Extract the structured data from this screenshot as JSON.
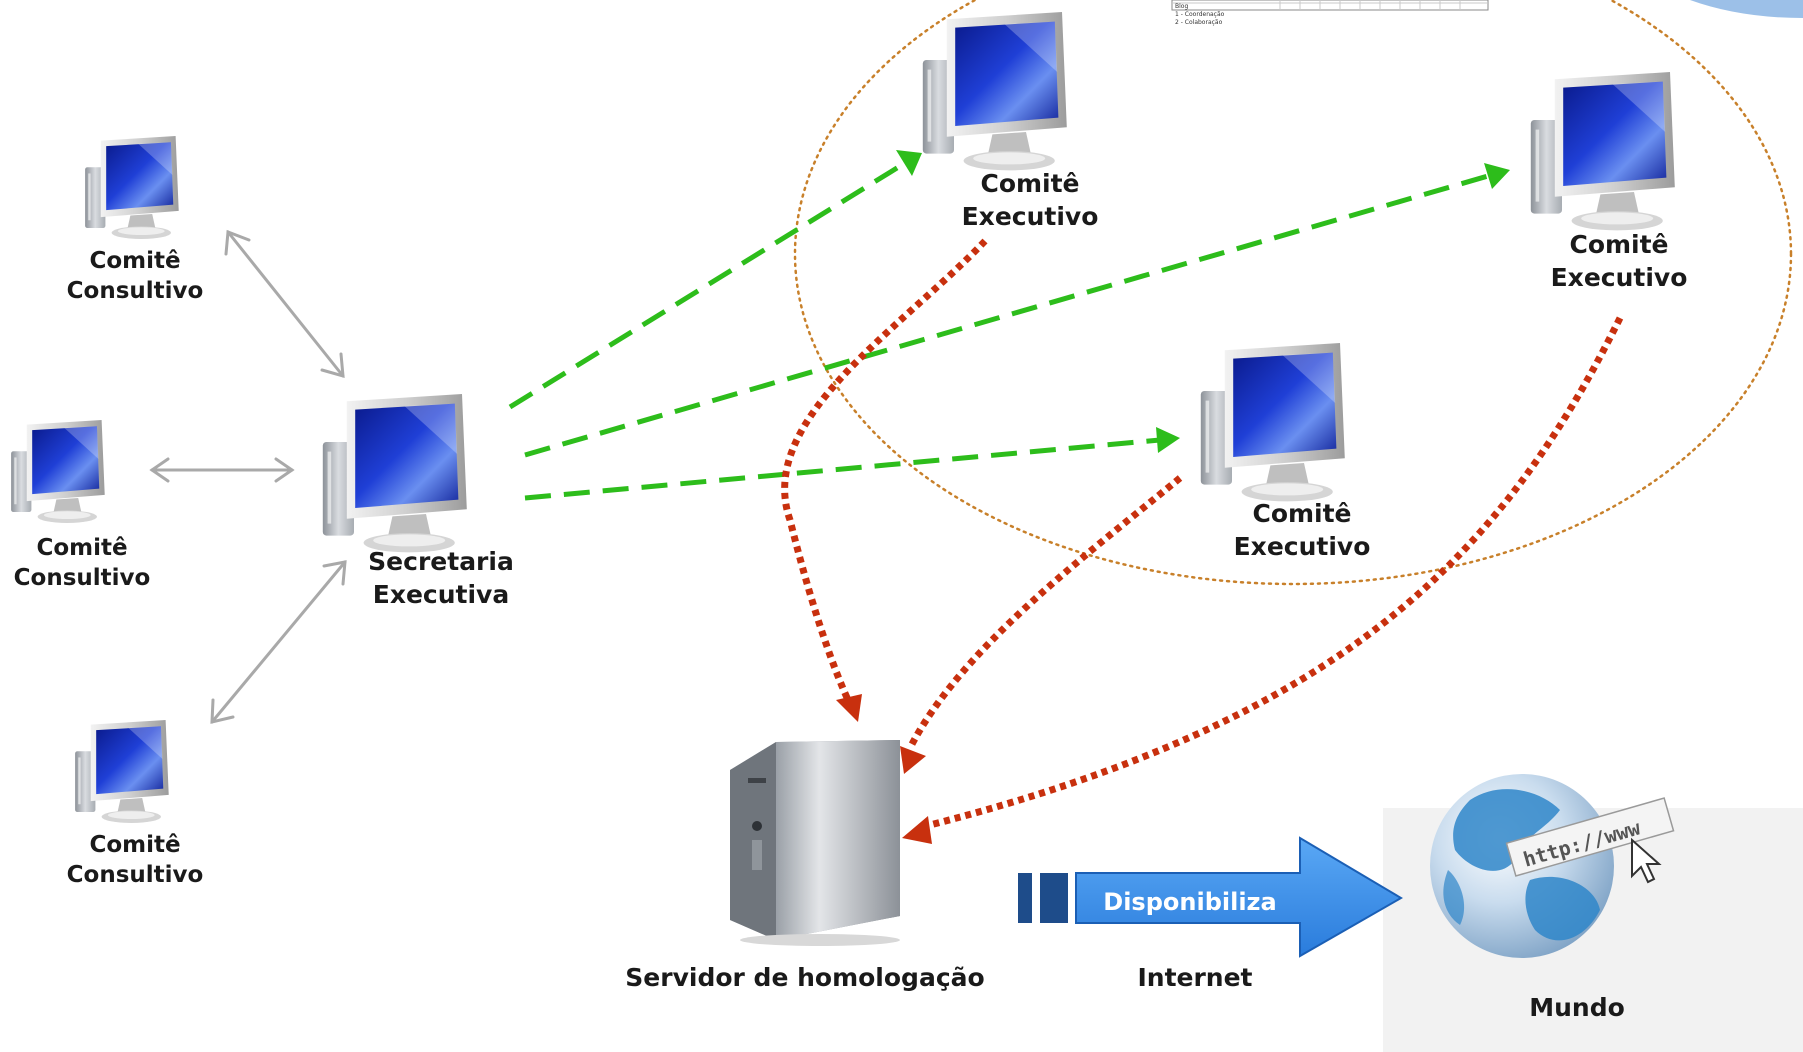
{
  "colors": {
    "green_arrow": "#2dbd1b",
    "red_arrow": "#c8300e",
    "gray_arrow": "#a9a9a9",
    "group_ellipse": "#c8802a",
    "disponibiliza_arrow": "#3b8fe8",
    "disponibiliza_bars": "#1e4c8a"
  },
  "icons": {
    "computer": "computer-monitor-icon",
    "server": "server-tower-icon",
    "globe": "globe-http-icon"
  },
  "nodes": {
    "consultivo_1": {
      "line1": "Comitê",
      "line2": "Consultivo"
    },
    "consultivo_2": {
      "line1": "Comitê",
      "line2": "Consultivo"
    },
    "consultivo_3": {
      "line1": "Comitê",
      "line2": "Consultivo"
    },
    "secretaria": {
      "line1": "Secretaria",
      "line2": "Executiva"
    },
    "executivo_1": {
      "line1": "Comitê",
      "line2": "Executivo"
    },
    "executivo_2": {
      "line1": "Comitê",
      "line2": "Executivo"
    },
    "executivo_3": {
      "line1": "Comitê",
      "line2": "Executivo"
    },
    "servidor": {
      "label": "Servidor de homologação"
    },
    "mundo": {
      "label": "Mundo"
    }
  },
  "connection": {
    "arrow_label": "Disponibiliza",
    "channel_label": "Internet"
  },
  "globe_text": "http://www",
  "thumbnail_rows": [
    "Blog",
    "1 - Coordenação",
    "2 - Colaboração"
  ]
}
